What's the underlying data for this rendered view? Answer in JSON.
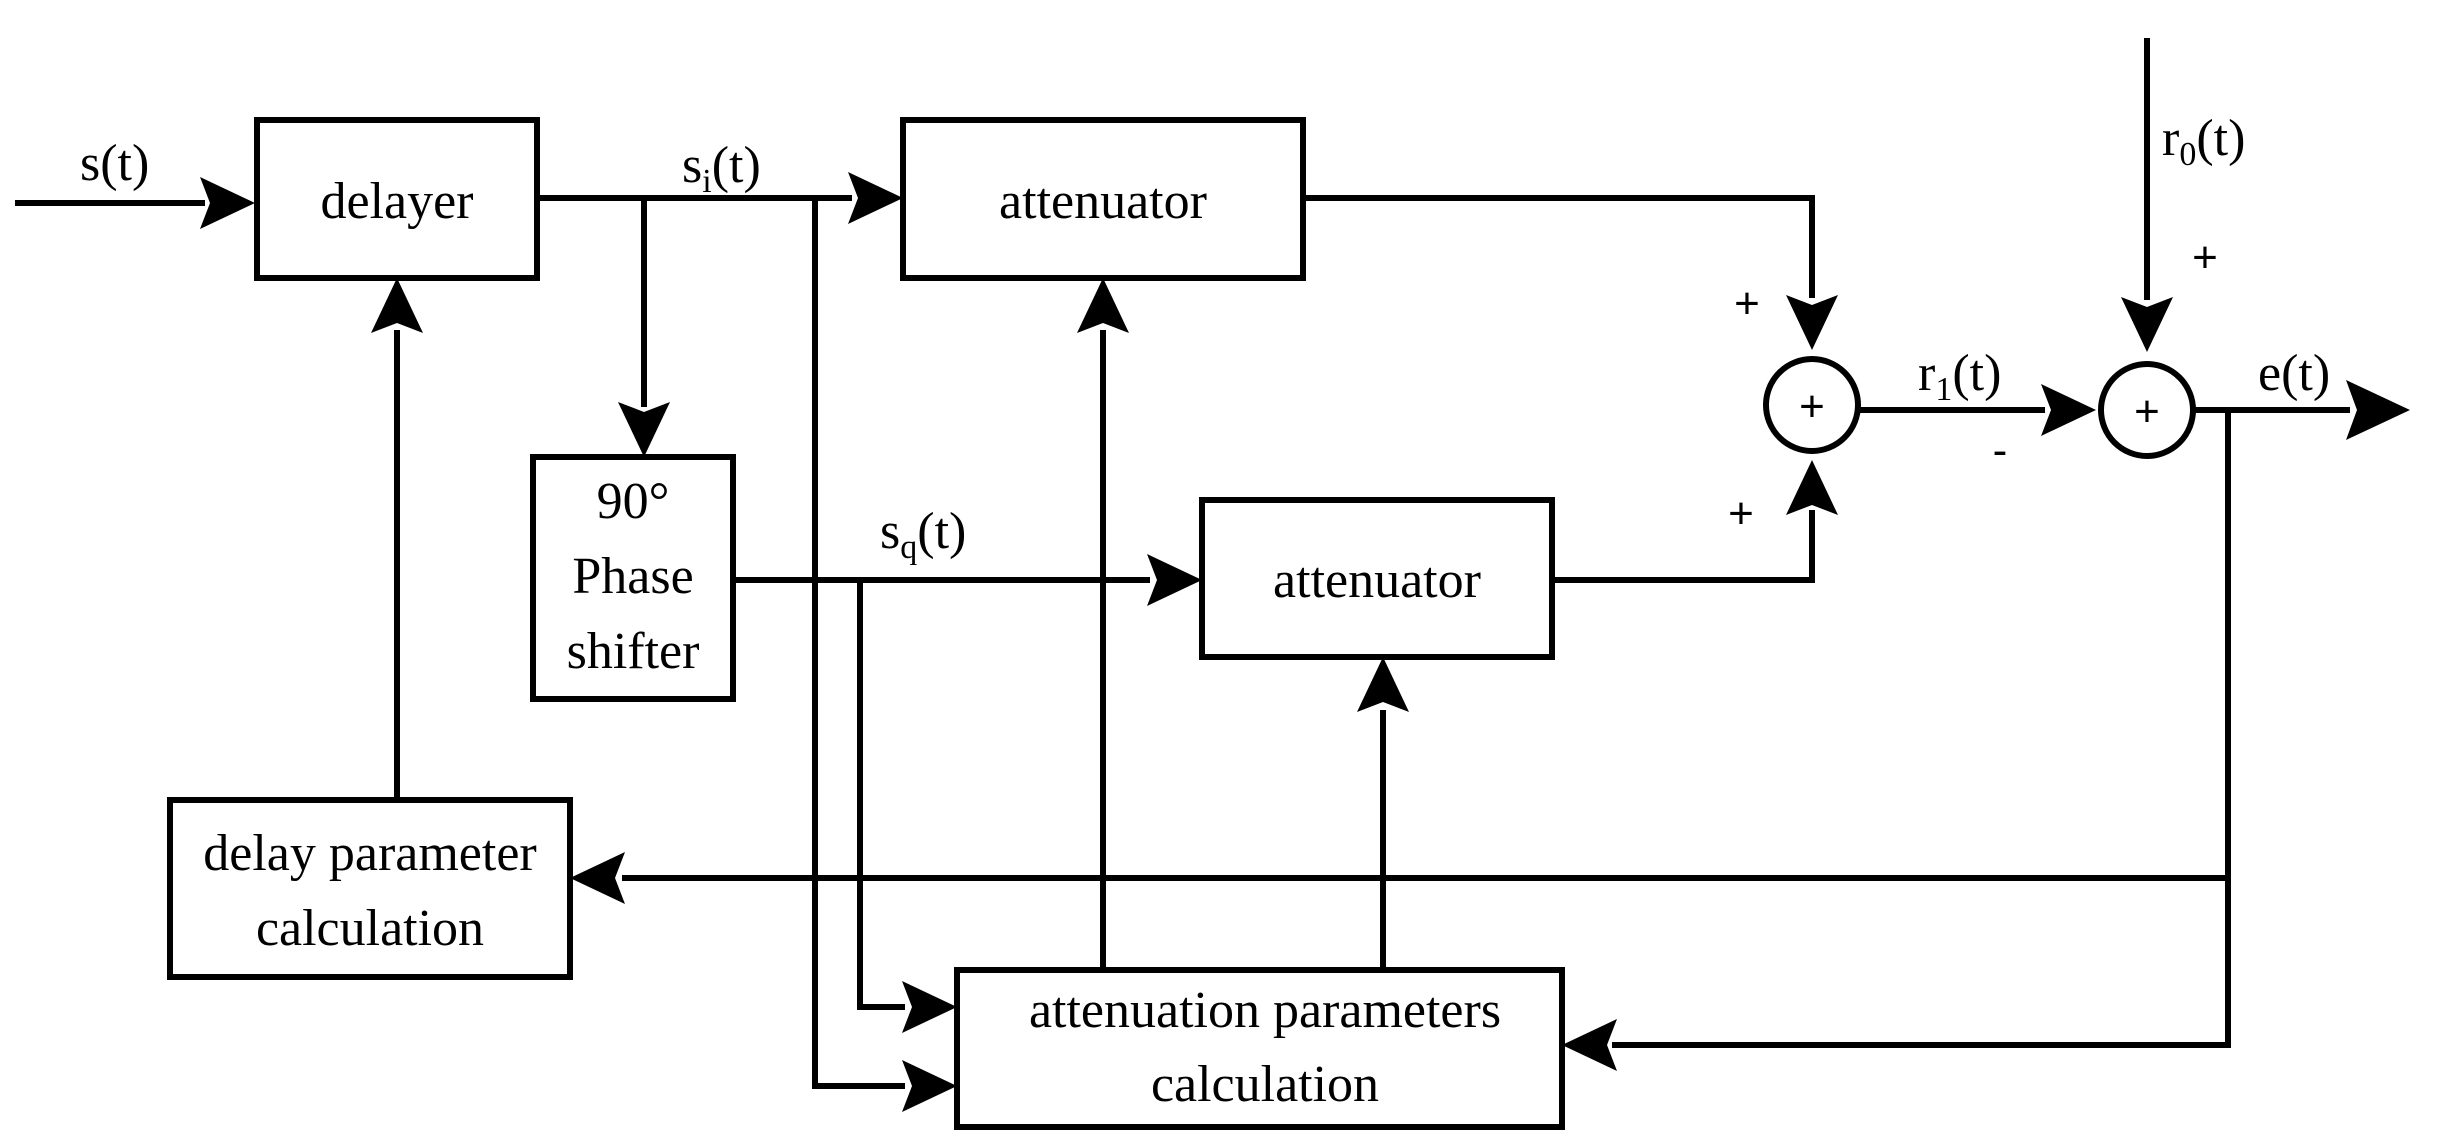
{
  "blocks": {
    "delayer": "delayer",
    "attenuator_i": "attenuator",
    "phase_shifter": [
      "90°",
      "Phase",
      "shifter"
    ],
    "attenuator_q": "attenuator",
    "delay_calc": [
      "delay parameter",
      "calculation"
    ],
    "atten_calc": [
      "attenuation parameters",
      "calculation"
    ],
    "summer_symbol": "+"
  },
  "signals": {
    "input": "s(t)",
    "si": {
      "base": "s",
      "sub": "i",
      "tail": "(t)"
    },
    "sq": {
      "base": "s",
      "sub": "q",
      "tail": "(t)"
    },
    "r1": {
      "base": "r",
      "sub": "1",
      "tail": "(t)"
    },
    "r0": {
      "base": "r",
      "sub": "0",
      "tail": "(t)"
    },
    "output": "e(t)"
  },
  "signs": {
    "sum1_top": "+",
    "sum1_bottom": "+",
    "sum2_top": "+",
    "sum2_left": "-"
  }
}
